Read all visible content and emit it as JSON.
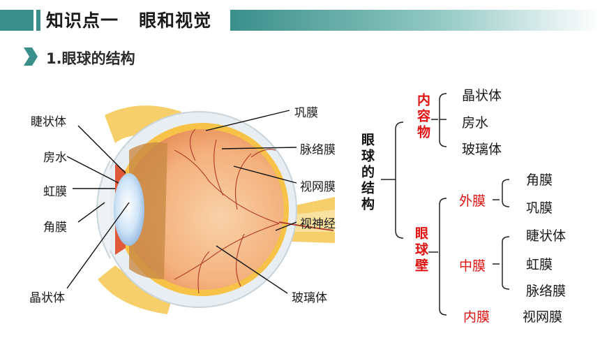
{
  "header": {
    "title": "知识点一   眼和视觉"
  },
  "section": {
    "title": "1.眼球的结构"
  },
  "eye_labels": {
    "ciliary": "睫状体",
    "aqueous": "房水",
    "iris": "虹膜",
    "cornea": "角膜",
    "lens": "晶状体",
    "sclera": "巩膜",
    "choroid": "脉络膜",
    "retina": "视网膜",
    "optic_nerve": "视神经",
    "vitreous": "玻璃体"
  },
  "tree": {
    "root": "眼球的结构",
    "contents": {
      "label": "内容物",
      "items": [
        "晶状体",
        "房水",
        "玻璃体"
      ]
    },
    "wall": {
      "label": "眼球壁",
      "outer": {
        "label": "外膜",
        "items": [
          "角膜",
          "巩膜"
        ]
      },
      "middle": {
        "label": "中膜",
        "items": [
          "睫状体",
          "虹膜",
          "脉络膜"
        ]
      },
      "inner": {
        "label": "内膜",
        "item": "视网膜"
      }
    }
  },
  "colors": {
    "accent": "#3a8f8a",
    "red": "#e01010"
  }
}
